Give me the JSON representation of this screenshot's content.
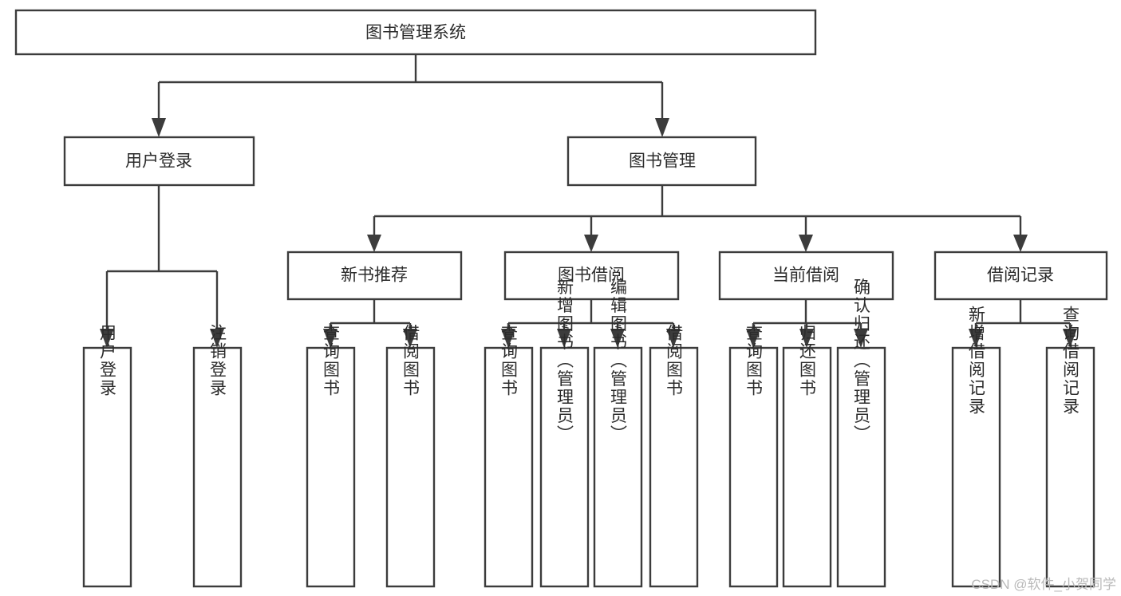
{
  "diagram": {
    "type": "tree-hierarchy",
    "title": "图书管理系统",
    "watermark": "CSDN @软件_小贺同学",
    "colors": {
      "stroke": "#3c3c3c",
      "box_fill": "#ffffff",
      "text": "#2b2b2b",
      "background": "#ffffff",
      "watermark": "#b9b9b9"
    },
    "levels": {
      "root": {
        "label": "图书管理系统"
      },
      "level2": [
        {
          "label": "用户登录"
        },
        {
          "label": "图书管理"
        }
      ],
      "level3": [
        {
          "label": "新书推荐"
        },
        {
          "label": "图书借阅"
        },
        {
          "label": "当前借阅"
        },
        {
          "label": "借阅记录"
        }
      ]
    },
    "leaves": {
      "user_login": [
        {
          "label": "用户登录"
        },
        {
          "label": "注销登录"
        }
      ],
      "new_book_recommend": [
        {
          "label": "查询图书"
        },
        {
          "label": "借阅图书"
        }
      ],
      "book_borrow": [
        {
          "label": "查询图书"
        },
        {
          "label": "新增图书（管理员）"
        },
        {
          "label": "编辑图书（管理员）"
        },
        {
          "label": "借阅图书"
        }
      ],
      "current_borrow": [
        {
          "label": "查询图书"
        },
        {
          "label": "归还图书"
        },
        {
          "label": "确认归还（管理员）"
        }
      ],
      "borrow_record": [
        {
          "label": "新增借阅记录"
        },
        {
          "label": "查询借阅记录"
        }
      ]
    }
  }
}
